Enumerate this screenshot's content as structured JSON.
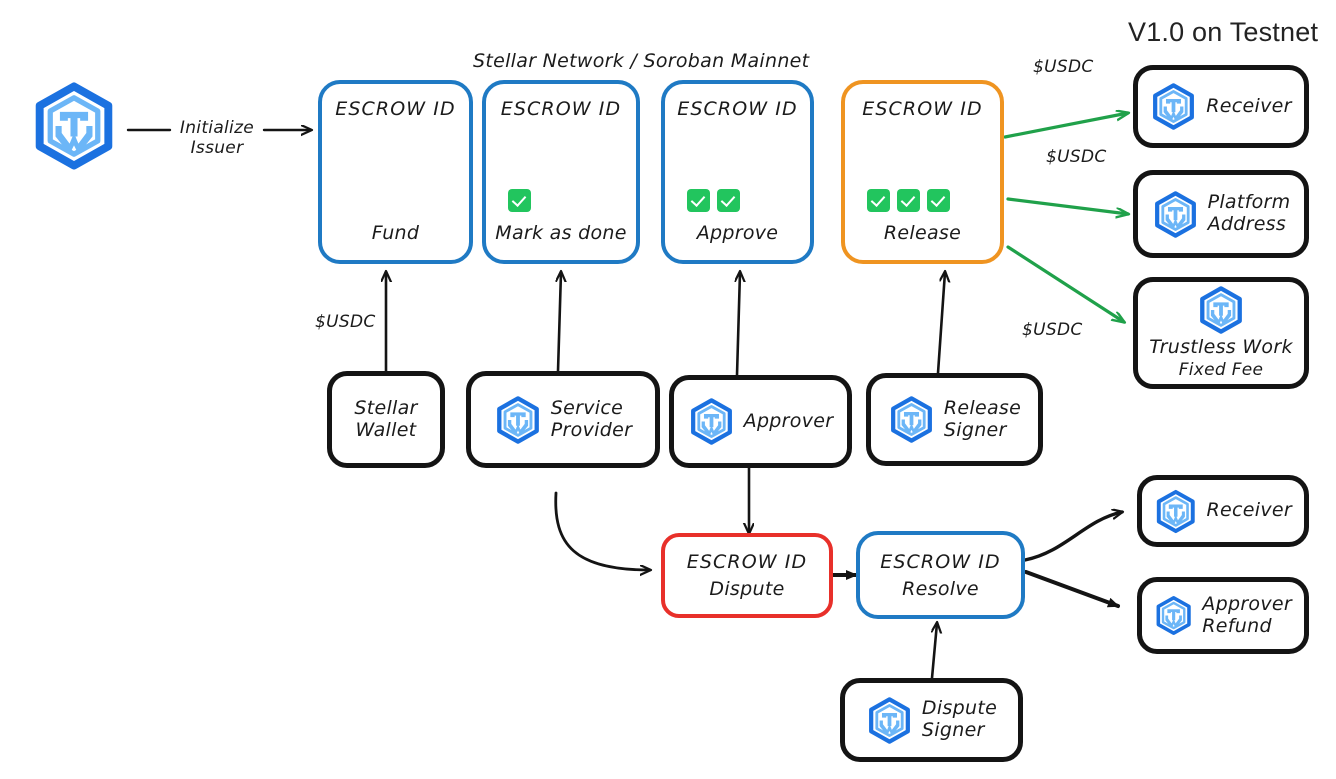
{
  "meta": {
    "version_title": "V1.0 on Testnet",
    "network_label": "Stellar Network / Soroban Mainnet",
    "colors": {
      "blue": "#1f7ac4",
      "orange": "#ef9421",
      "red": "#e8302a",
      "black": "#141414",
      "green_arrow": "#20a14a",
      "check_green": "#22c55e",
      "logo_dark_blue": "#1b71e0",
      "logo_light_blue": "#6cb6f7"
    }
  },
  "issuer": {
    "icon": "trustless-work-hexagon-logo"
  },
  "edges": {
    "initialize": {
      "line1": "Initialize",
      "line2": "Issuer"
    },
    "fund_usdc": "$USDC",
    "payout_usdc_1": "$USDC",
    "payout_usdc_2": "$USDC",
    "payout_usdc_3": "$USDC"
  },
  "escrow_stages": [
    {
      "id": "fund",
      "title": "ESCROW ID",
      "footer": "Fund",
      "checks": 0,
      "color": "blue"
    },
    {
      "id": "mark-as-done",
      "title": "ESCROW ID",
      "footer": "Mark as done",
      "checks": 1,
      "color": "blue"
    },
    {
      "id": "approve",
      "title": "ESCROW ID",
      "footer": "Approve",
      "checks": 2,
      "color": "blue"
    },
    {
      "id": "release",
      "title": "ESCROW ID",
      "footer": "Release",
      "checks": 3,
      "color": "orange"
    }
  ],
  "signers": [
    {
      "id": "stellar-wallet",
      "line1": "Stellar",
      "line2": "Wallet",
      "has_logo": false
    },
    {
      "id": "service-provider",
      "line1": "Service",
      "line2": "Provider",
      "has_logo": true
    },
    {
      "id": "approver",
      "line1": "Approver",
      "line2": "",
      "has_logo": true
    },
    {
      "id": "release-signer",
      "line1": "Release",
      "line2": "Signer",
      "has_logo": true
    }
  ],
  "payout_targets": [
    {
      "id": "receiver",
      "line1": "Receiver",
      "line2": "",
      "layout": "row"
    },
    {
      "id": "platform-address",
      "line1": "Platform",
      "line2": "Address",
      "layout": "row"
    },
    {
      "id": "trustless-work-fixed-fee",
      "line1": "Trustless Work",
      "line2": "Fixed Fee",
      "layout": "stacked"
    }
  ],
  "dispute_flow": {
    "dispute_box": {
      "title": "ESCROW ID",
      "footer": "Dispute"
    },
    "resolve_box": {
      "title": "ESCROW ID",
      "footer": "Resolve"
    },
    "dispute_signer": {
      "line1": "Dispute",
      "line2": "Signer"
    },
    "outcomes": [
      {
        "id": "receiver-resolve",
        "line1": "Receiver",
        "line2": ""
      },
      {
        "id": "approver-refund",
        "line1": "Approver",
        "line2": "Refund"
      }
    ]
  }
}
